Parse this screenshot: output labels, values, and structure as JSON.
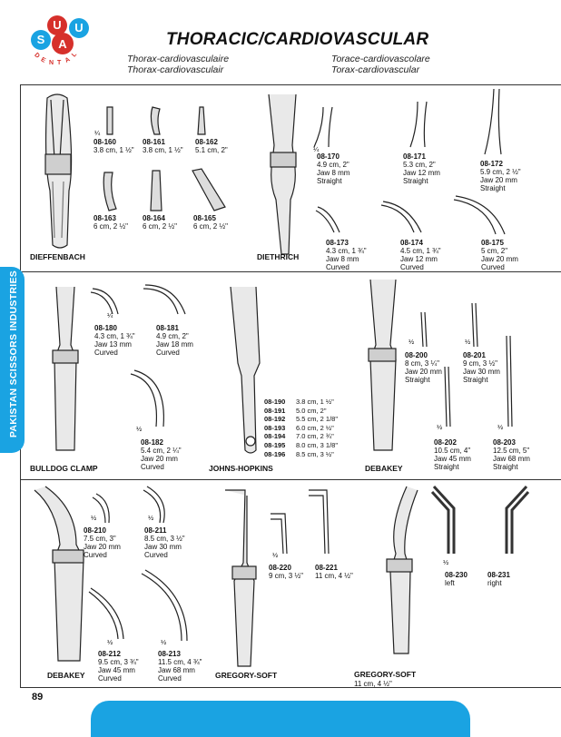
{
  "logo": {
    "u1": "U",
    "s": "S",
    "a": "A",
    "u2": "U",
    "dental": [
      "D",
      "E",
      "N",
      "T",
      "A",
      "L"
    ]
  },
  "header": {
    "title": "THORACIC/CARDIOVASCULAR",
    "sub1": "Thorax-cardiovasculaire",
    "sub2": "Thorax-cardiovasculair",
    "sub3": "Torace-cardiovascolare",
    "sub4": "Torax-cardiovascular"
  },
  "sidebar": {
    "text": "PAKISTAN SCISSORS INDUSTRIES"
  },
  "page_number": "89",
  "sections": {
    "dieffenbach": {
      "name": "DIEFFENBACH",
      "ratio": "¼",
      "items": [
        {
          "code": "08-160",
          "desc": "3.8 cm, 1 ½\""
        },
        {
          "code": "08-161",
          "desc": "3.8 cm, 1 ½\""
        },
        {
          "code": "08-162",
          "desc": "5.1 cm, 2\""
        },
        {
          "code": "08-163",
          "desc": "6 cm, 2 ½\""
        },
        {
          "code": "08-164",
          "desc": "6 cm, 2 ½\""
        },
        {
          "code": "08-165",
          "desc": "6 cm, 2 ½\""
        }
      ]
    },
    "diethrich": {
      "name": "DIETHRICH",
      "ratio": "¼",
      "items": [
        {
          "code": "08-170",
          "l1": "4.9 cm, 2\"",
          "l2": "Jaw 8 mm",
          "l3": "Straight"
        },
        {
          "code": "08-171",
          "l1": "5.3 cm, 2\"",
          "l2": "Jaw 12 mm",
          "l3": "Straight"
        },
        {
          "code": "08-172",
          "l1": "5.9 cm, 2 ½\"",
          "l2": "Jaw 20 mm",
          "l3": "Straight"
        },
        {
          "code": "08-173",
          "l1": "4.3 cm, 1 ¾\"",
          "l2": "Jaw 8 mm",
          "l3": "Curved"
        },
        {
          "code": "08-174",
          "l1": "4.5 cm, 1 ¾\"",
          "l2": "Jaw 12 mm",
          "l3": "Curved"
        },
        {
          "code": "08-175",
          "l1": "5 cm, 2\"",
          "l2": "Jaw 20 mm",
          "l3": "Curved"
        }
      ]
    },
    "bulldog": {
      "name": "BULLDOG CLAMP",
      "ratio1": "¼",
      "ratio2": "½",
      "items": [
        {
          "code": "08-180",
          "l1": "4.3 cm, 1 ¾\"",
          "l2": "Jaw 13 mm",
          "l3": "Curved"
        },
        {
          "code": "08-181",
          "l1": "4.9 cm, 2\"",
          "l2": "Jaw 18 mm",
          "l3": "Curved"
        },
        {
          "code": "08-182",
          "l1": "5.4 cm, 2 ¼\"",
          "l2": "Jaw 20 mm",
          "l3": "Curved"
        }
      ]
    },
    "johns_hopkins": {
      "name": "JOHNS-HOPKINS",
      "items": [
        {
          "code": "08-190",
          "desc": "3.8 cm, 1 ½\""
        },
        {
          "code": "08-191",
          "desc": "5.0 cm, 2\""
        },
        {
          "code": "08-192",
          "desc": "5.5 cm, 2 1/8\""
        },
        {
          "code": "08-193",
          "desc": "6.0 cm, 2 ½\""
        },
        {
          "code": "08-194",
          "desc": "7.0 cm, 2 ¾\""
        },
        {
          "code": "08-195",
          "desc": "8.0 cm, 3 1/8\""
        },
        {
          "code": "08-196",
          "desc": "8.5 cm, 3 ½\""
        }
      ]
    },
    "debakey1": {
      "name": "DEBAKEY",
      "ratio": "½",
      "items": [
        {
          "code": "08-200",
          "l1": "8 cm, 3 ¼\"",
          "l2": "Jaw 20 mm",
          "l3": "Straight"
        },
        {
          "code": "08-201",
          "l1": "9 cm, 3 ½\"",
          "l2": "Jaw 30 mm",
          "l3": "Straight"
        },
        {
          "code": "08-202",
          "l1": "10.5 cm, 4\"",
          "l2": "Jaw 45 mm",
          "l3": "Straight"
        },
        {
          "code": "08-203",
          "l1": "12.5 cm, 5\"",
          "l2": "Jaw 68 mm",
          "l3": "Straight"
        }
      ]
    },
    "debakey2": {
      "name": "DEBAKEY",
      "ratio": "½",
      "items": [
        {
          "code": "08-210",
          "l1": "7.5 cm, 3\"",
          "l2": "Jaw 20 mm",
          "l3": "Curved"
        },
        {
          "code": "08-211",
          "l1": "8.5 cm, 3 ½\"",
          "l2": "Jaw 30 mm",
          "l3": "Curved"
        },
        {
          "code": "08-212",
          "l1": "9.5 cm, 3 ¾\"",
          "l2": "Jaw 45 mm",
          "l3": "Curved"
        },
        {
          "code": "08-213",
          "l1": "11.5 cm, 4 ¾\"",
          "l2": "Jaw 68 mm",
          "l3": "Curved"
        }
      ]
    },
    "gregory1": {
      "name": "GREGORY-SOFT",
      "ratio": "½",
      "items": [
        {
          "code": "08-220",
          "l1": "9 cm, 3 ½\""
        },
        {
          "code": "08-221",
          "l1": "11 cm, 4 ½\""
        }
      ]
    },
    "gregory2": {
      "name": "GREGORY-SOFT",
      "size": "11 cm, 4 ½\"",
      "ratio": "½",
      "items": [
        {
          "code": "08-230",
          "l1": "left"
        },
        {
          "code": "08-231",
          "l1": "right"
        }
      ]
    }
  },
  "colors": {
    "accent": "#1aa3e2",
    "logo_red": "#d6302b"
  }
}
